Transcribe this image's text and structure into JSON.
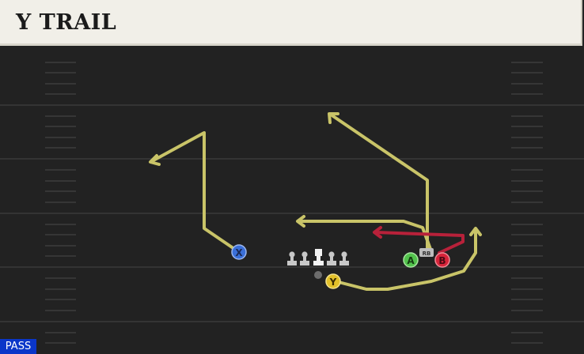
{
  "play": {
    "name": "Y TRAIL",
    "type": "PASS"
  },
  "field": {
    "background": "#222222",
    "line_color": "#3a3a3a",
    "hash_color": "#3c3c3c"
  },
  "players": {
    "x": {
      "label": "X",
      "color": "#3a6fd8"
    },
    "y": {
      "label": "Y",
      "color": "#e3c12a"
    },
    "a": {
      "label": "A",
      "color": "#52c24c"
    },
    "b": {
      "label": "B",
      "color": "#d6243a"
    },
    "rb": {
      "label": "RB",
      "color": "#bdbdbd"
    },
    "qb": {
      "color": "#6c6c6c"
    }
  },
  "routes": {
    "route_color": "#c9c468",
    "primary_color": "#b8213a"
  }
}
